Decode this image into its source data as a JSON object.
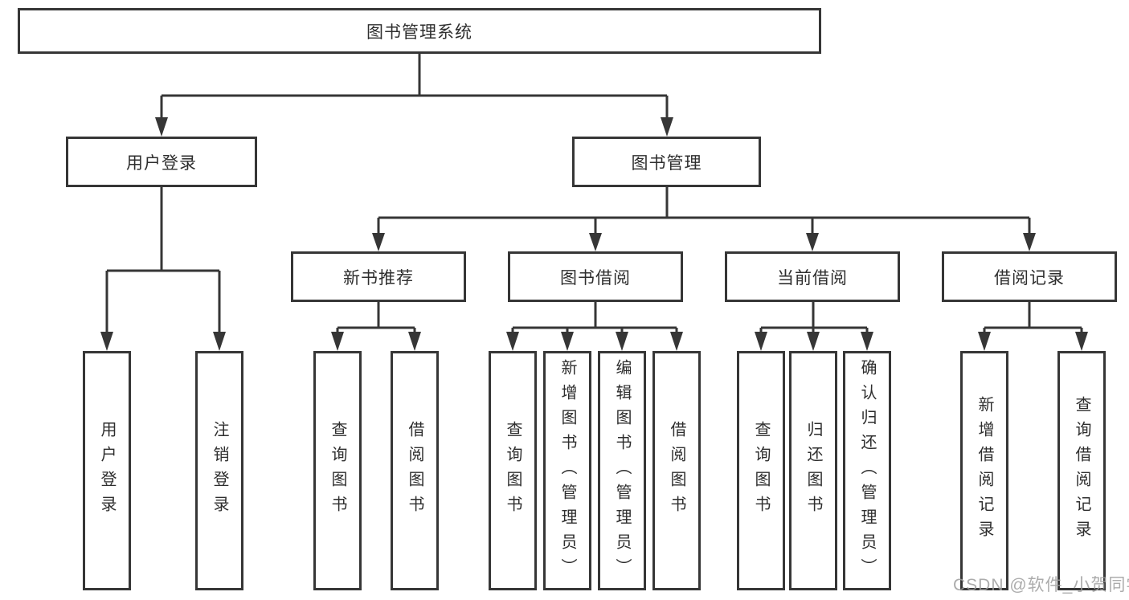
{
  "diagram": {
    "root": "图书管理系统",
    "level2": {
      "user_login": "用户登录",
      "book_management": "图书管理"
    },
    "level3": {
      "new_book_recommend": "新书推荐",
      "book_borrow": "图书借阅",
      "current_borrow": "当前借阅",
      "borrow_records": "借阅记录"
    },
    "leaves": {
      "user_login": "用户登录",
      "logout": "注销登录",
      "rec_query": "查询图书",
      "rec_borrow": "借阅图书",
      "bb_query": "查询图书",
      "bb_add": "新增图书（管理员）",
      "bb_edit": "编辑图书（管理员）",
      "bb_borrow": "借阅图书",
      "cb_query": "查询图书",
      "cb_return": "归还图书",
      "cb_confirm": "确认归还（管理员）",
      "br_add": "新增借阅记录",
      "br_query": "查询借阅记录"
    }
  },
  "colors": {
    "line": "#363636",
    "text": "#2e2e2e",
    "watermark": "#9e9e9e"
  },
  "watermark": "CSDN @软件_小贺同学"
}
